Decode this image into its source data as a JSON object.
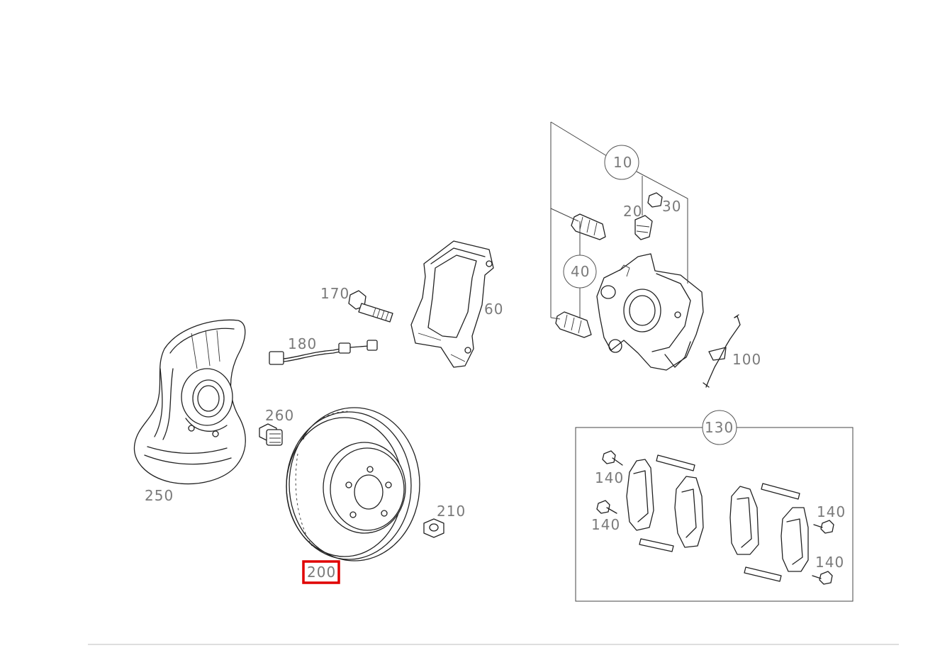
{
  "diagram": {
    "highlighted_part": "200",
    "highlight_color": "#e00000",
    "labels": {
      "p10": "10",
      "p20": "20",
      "p30": "30",
      "p40": "40",
      "p60": "60",
      "p100": "100",
      "p130": "130",
      "p140a": "140",
      "p140b": "140",
      "p140c": "140",
      "p140d": "140",
      "p170": "170",
      "p180": "180",
      "p200": "200",
      "p210": "210",
      "p250": "250",
      "p260": "260"
    }
  }
}
